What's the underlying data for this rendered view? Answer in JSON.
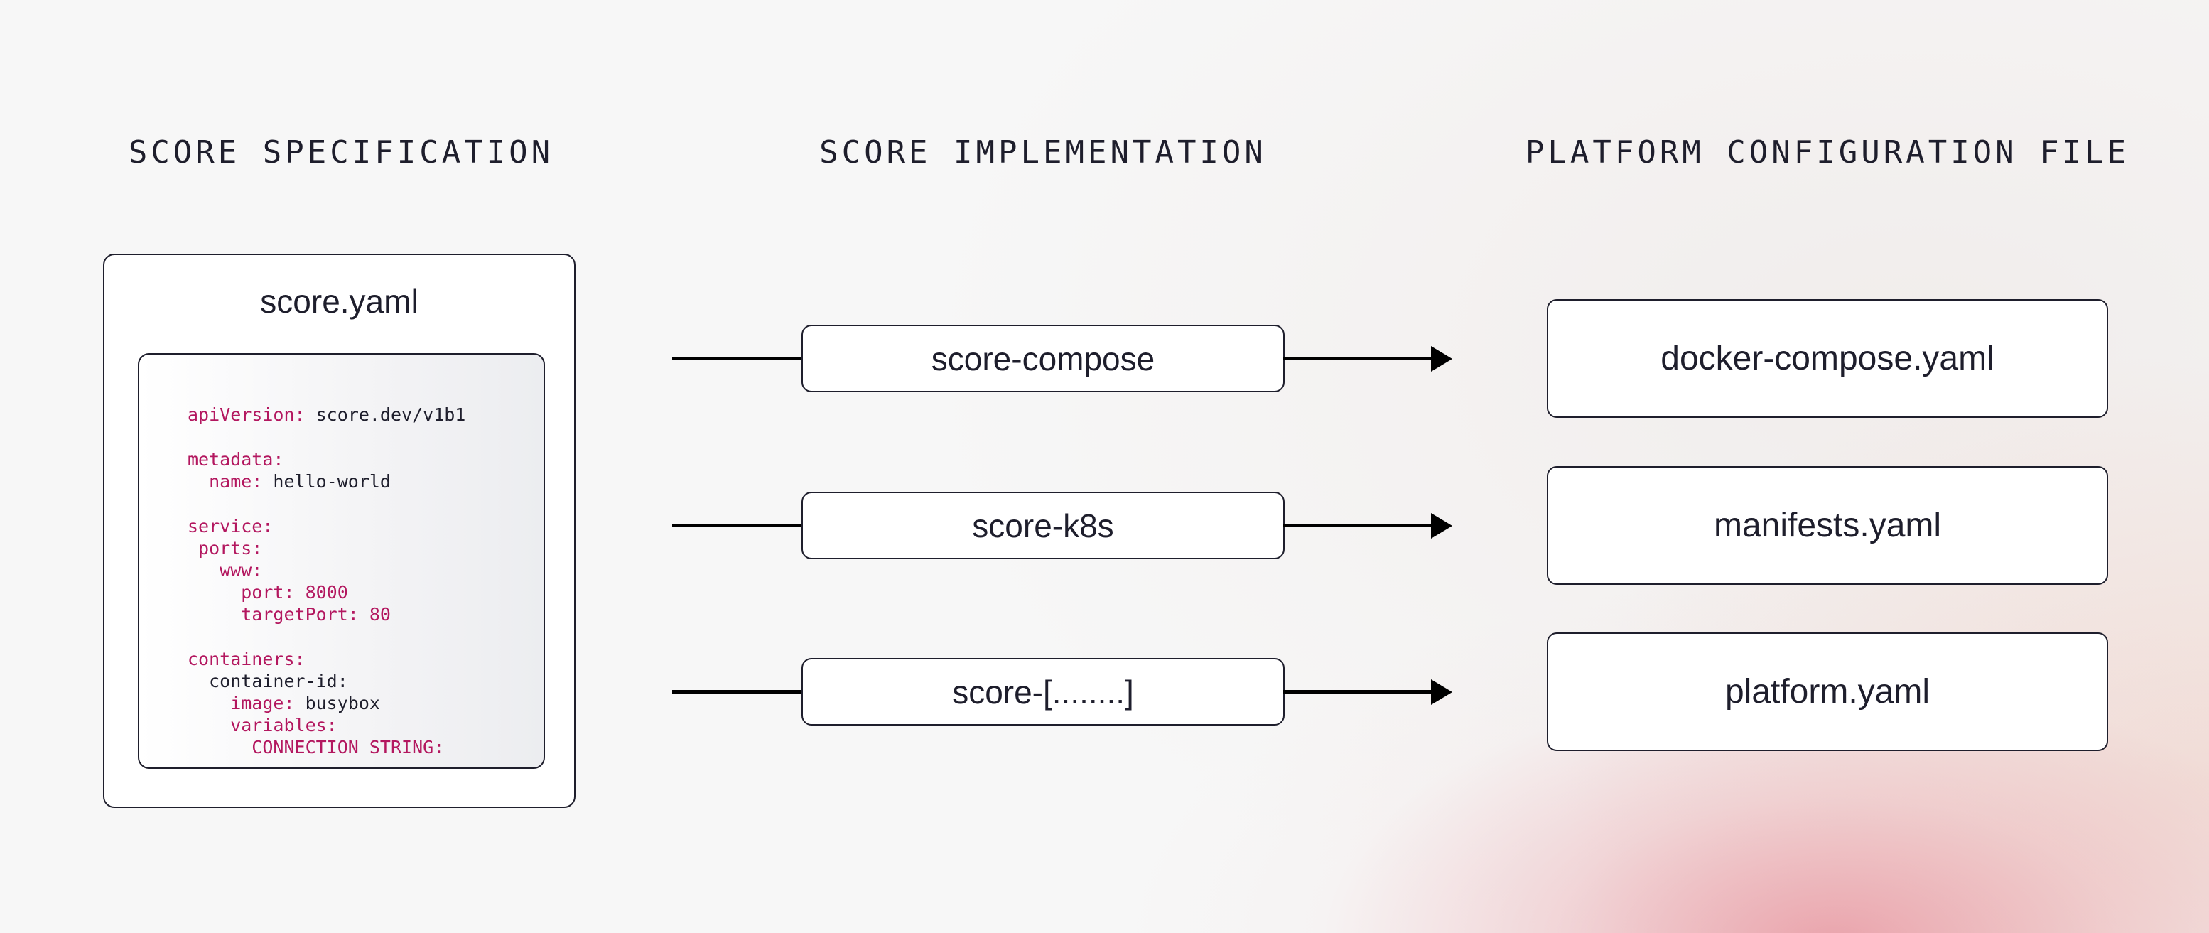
{
  "headings": {
    "specification": "SCORE SPECIFICATION",
    "implementation": "SCORE IMPLEMENTATION",
    "platform": "PLATFORM CONFIGURATION FILE"
  },
  "spec_file": {
    "title": "score.yaml",
    "code": [
      {
        "key": "apiVersion:",
        "value": " score.dev/v1b1"
      },
      {
        "key": "metadata:",
        "value": ""
      },
      {
        "key": "  name:",
        "value": " hello-world"
      },
      {
        "key": "service:",
        "value": ""
      },
      {
        "key": " ports:",
        "value": ""
      },
      {
        "key": "   www:",
        "value": ""
      },
      {
        "key": "     port: 8000",
        "value": ""
      },
      {
        "key": "     targetPort: 80",
        "value": ""
      },
      {
        "key": "containers:",
        "value": ""
      },
      {
        "key": "",
        "value": "  container-id:"
      },
      {
        "key": "    image:",
        "value": " busybox"
      },
      {
        "key": "    variables:",
        "value": ""
      },
      {
        "key": "      CONNECTION_STRING:",
        "value": ""
      }
    ]
  },
  "implementations": [
    {
      "label": "score-compose"
    },
    {
      "label": "score-k8s"
    },
    {
      "label": "score-[........]"
    }
  ],
  "outputs": [
    {
      "label": "docker-compose.yaml"
    },
    {
      "label": "manifests.yaml"
    },
    {
      "label": "platform.yaml"
    }
  ],
  "colors": {
    "text": "#1e1e2c",
    "code_key": "#b3175f",
    "arrow": "#000000"
  }
}
